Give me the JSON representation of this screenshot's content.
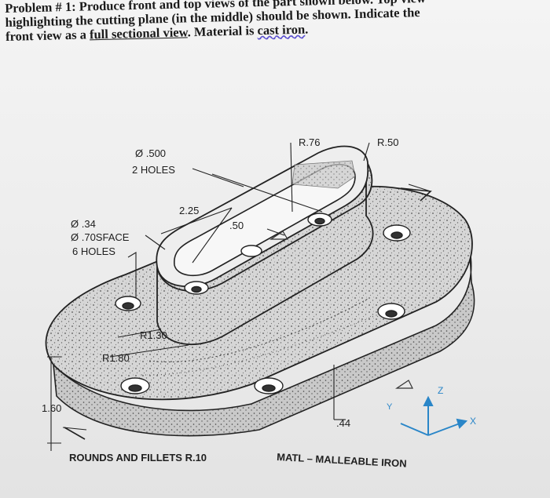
{
  "problem": {
    "line1": "Problem # 1: Produce front and top views of the part shown below. Top view",
    "line2": "highlighting the cutting plane (in the middle) should be shown. Indicate the",
    "line3_a": "front view as a ",
    "line3_b": "full sectional view",
    "line3_c": ". Material is ",
    "line3_d": "cast iron",
    "line3_e": "."
  },
  "dims": {
    "hole_dia": "Ø .500",
    "hole_count": "2 HOLES",
    "r76": "R.76",
    "r50": "R.50",
    "d225": "2.25",
    "d50": ".50",
    "small_dia": "Ø .34",
    "spotface": "Ø .70SFACE",
    "six_holes": "6 HOLES",
    "r130": "R1.30",
    "r180": "R1.80",
    "d160": "1.60",
    "d44": ".44"
  },
  "notes": {
    "rounds": "ROUNDS AND FILLETS R.10",
    "matl": "MATL – MALLEABLE IRON"
  },
  "axes": {
    "x": "X",
    "y": "Y",
    "z": "Z"
  },
  "colors": {
    "axes": "#2a86c8",
    "ink": "#202020",
    "underline": "#5a4fcf"
  }
}
